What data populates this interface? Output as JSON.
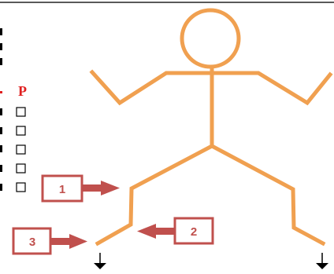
{
  "colors": {
    "figure": "#F0A050",
    "callout": "#C0504D",
    "callout_fill": "#FFFFFF",
    "arrow_ink": "#000000",
    "checkbox": "#000000",
    "header": "#E02020",
    "rule": "#222222"
  },
  "checklist": {
    "header": "P",
    "boxes_count": 5
  },
  "callouts": [
    {
      "label": "1"
    },
    {
      "label": "2"
    },
    {
      "label": "3"
    }
  ],
  "icons": [
    "down-arrow-icon",
    "down-arrow-icon"
  ]
}
